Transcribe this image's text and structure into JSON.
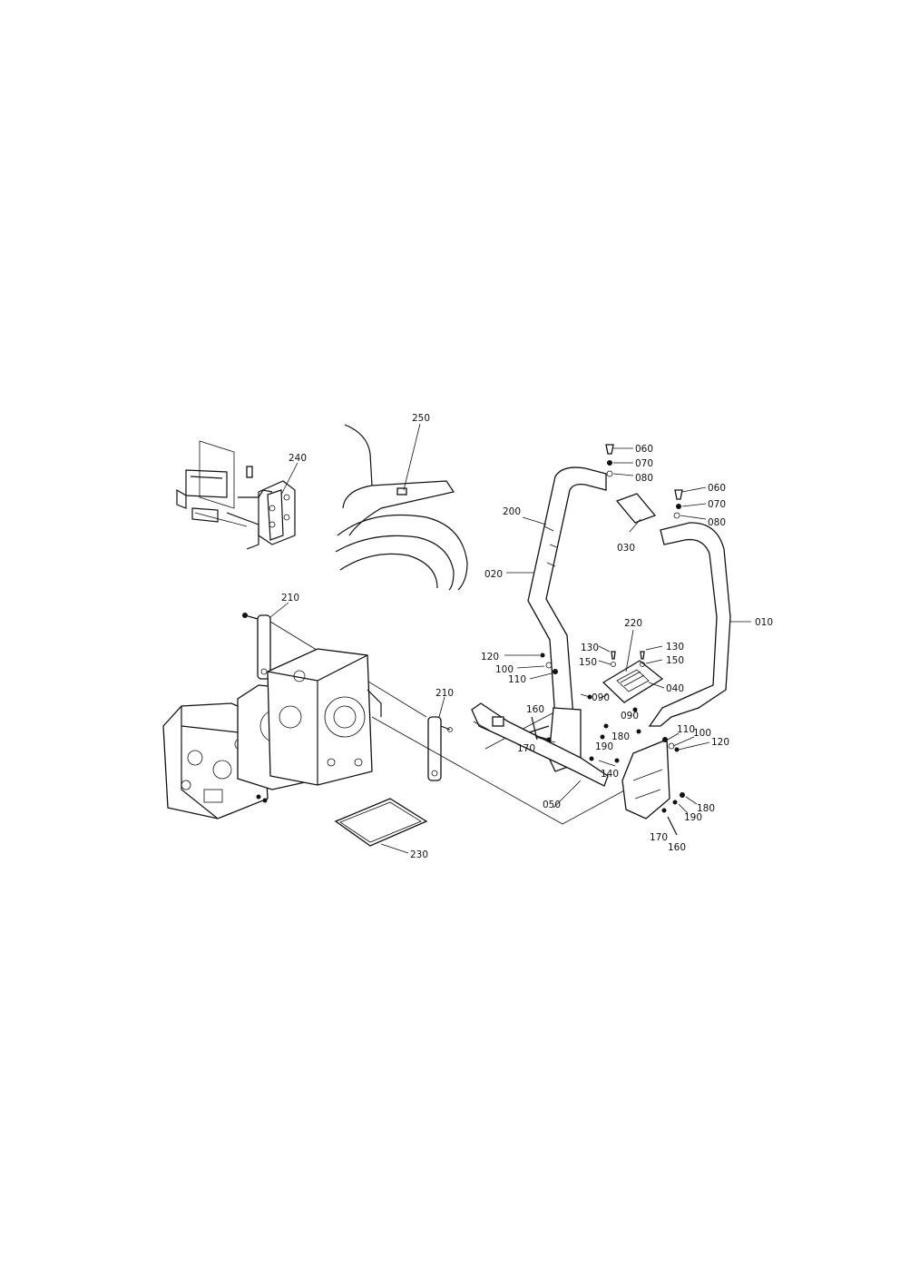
{
  "labels": {
    "p250": "250",
    "p240": "240",
    "p210a": "210",
    "p210b": "210",
    "p200": "200",
    "p020": "020",
    "p060a": "060",
    "p070a": "070",
    "p080a": "080",
    "p060b": "060",
    "p070b": "070",
    "p080b": "080",
    "p030": "030",
    "p010": "010",
    "p220": "220",
    "p130a": "130",
    "p150a": "150",
    "p130b": "130",
    "p150b": "150",
    "p040": "040",
    "p120a": "120",
    "p100a": "100",
    "p110a": "110",
    "p090a": "090",
    "p090b": "090",
    "p160a": "160",
    "p180a": "180",
    "p170a": "170",
    "p190a": "190",
    "p140": "140",
    "p110b": "110",
    "p100b": "100",
    "p120b": "120",
    "p050": "050",
    "p180b": "180",
    "p190b": "190",
    "p170b": "170",
    "p160b": "160",
    "p230": "230"
  }
}
